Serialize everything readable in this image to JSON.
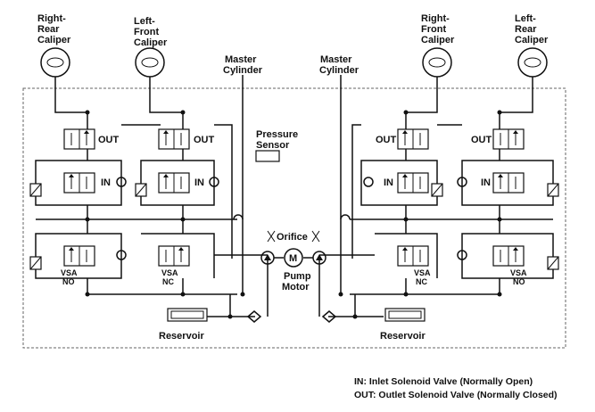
{
  "calipers": [
    {
      "id": "left-rr",
      "line1": "Right-",
      "line2": "Rear",
      "line3": "Caliper"
    },
    {
      "id": "left-lf",
      "line1": "Left-",
      "line2": "Front",
      "line3": "Caliper"
    },
    {
      "id": "right-rf",
      "line1": "Right-",
      "line2": "Front",
      "line3": "Caliper"
    },
    {
      "id": "right-lr",
      "line1": "Left-",
      "line2": "Rear",
      "line3": "Caliper"
    }
  ],
  "master_cylinder": {
    "line1": "Master",
    "line2": "Cylinder"
  },
  "pressure_sensor": {
    "line1": "Pressure",
    "line2": "Sensor"
  },
  "orifice": "Orifice",
  "pump_motor": {
    "symbol": "M",
    "line1": "Pump",
    "line2": "Motor"
  },
  "reservoir": "Reservoir",
  "valves": {
    "out": "OUT",
    "in": "IN",
    "vsa": "VSA",
    "no": "NO",
    "nc": "NC"
  },
  "legend": {
    "in": "IN: Inlet Solenoid Valve (Normally Open)",
    "out": "OUT: Outlet Solenoid Valve (Normally Closed)"
  }
}
